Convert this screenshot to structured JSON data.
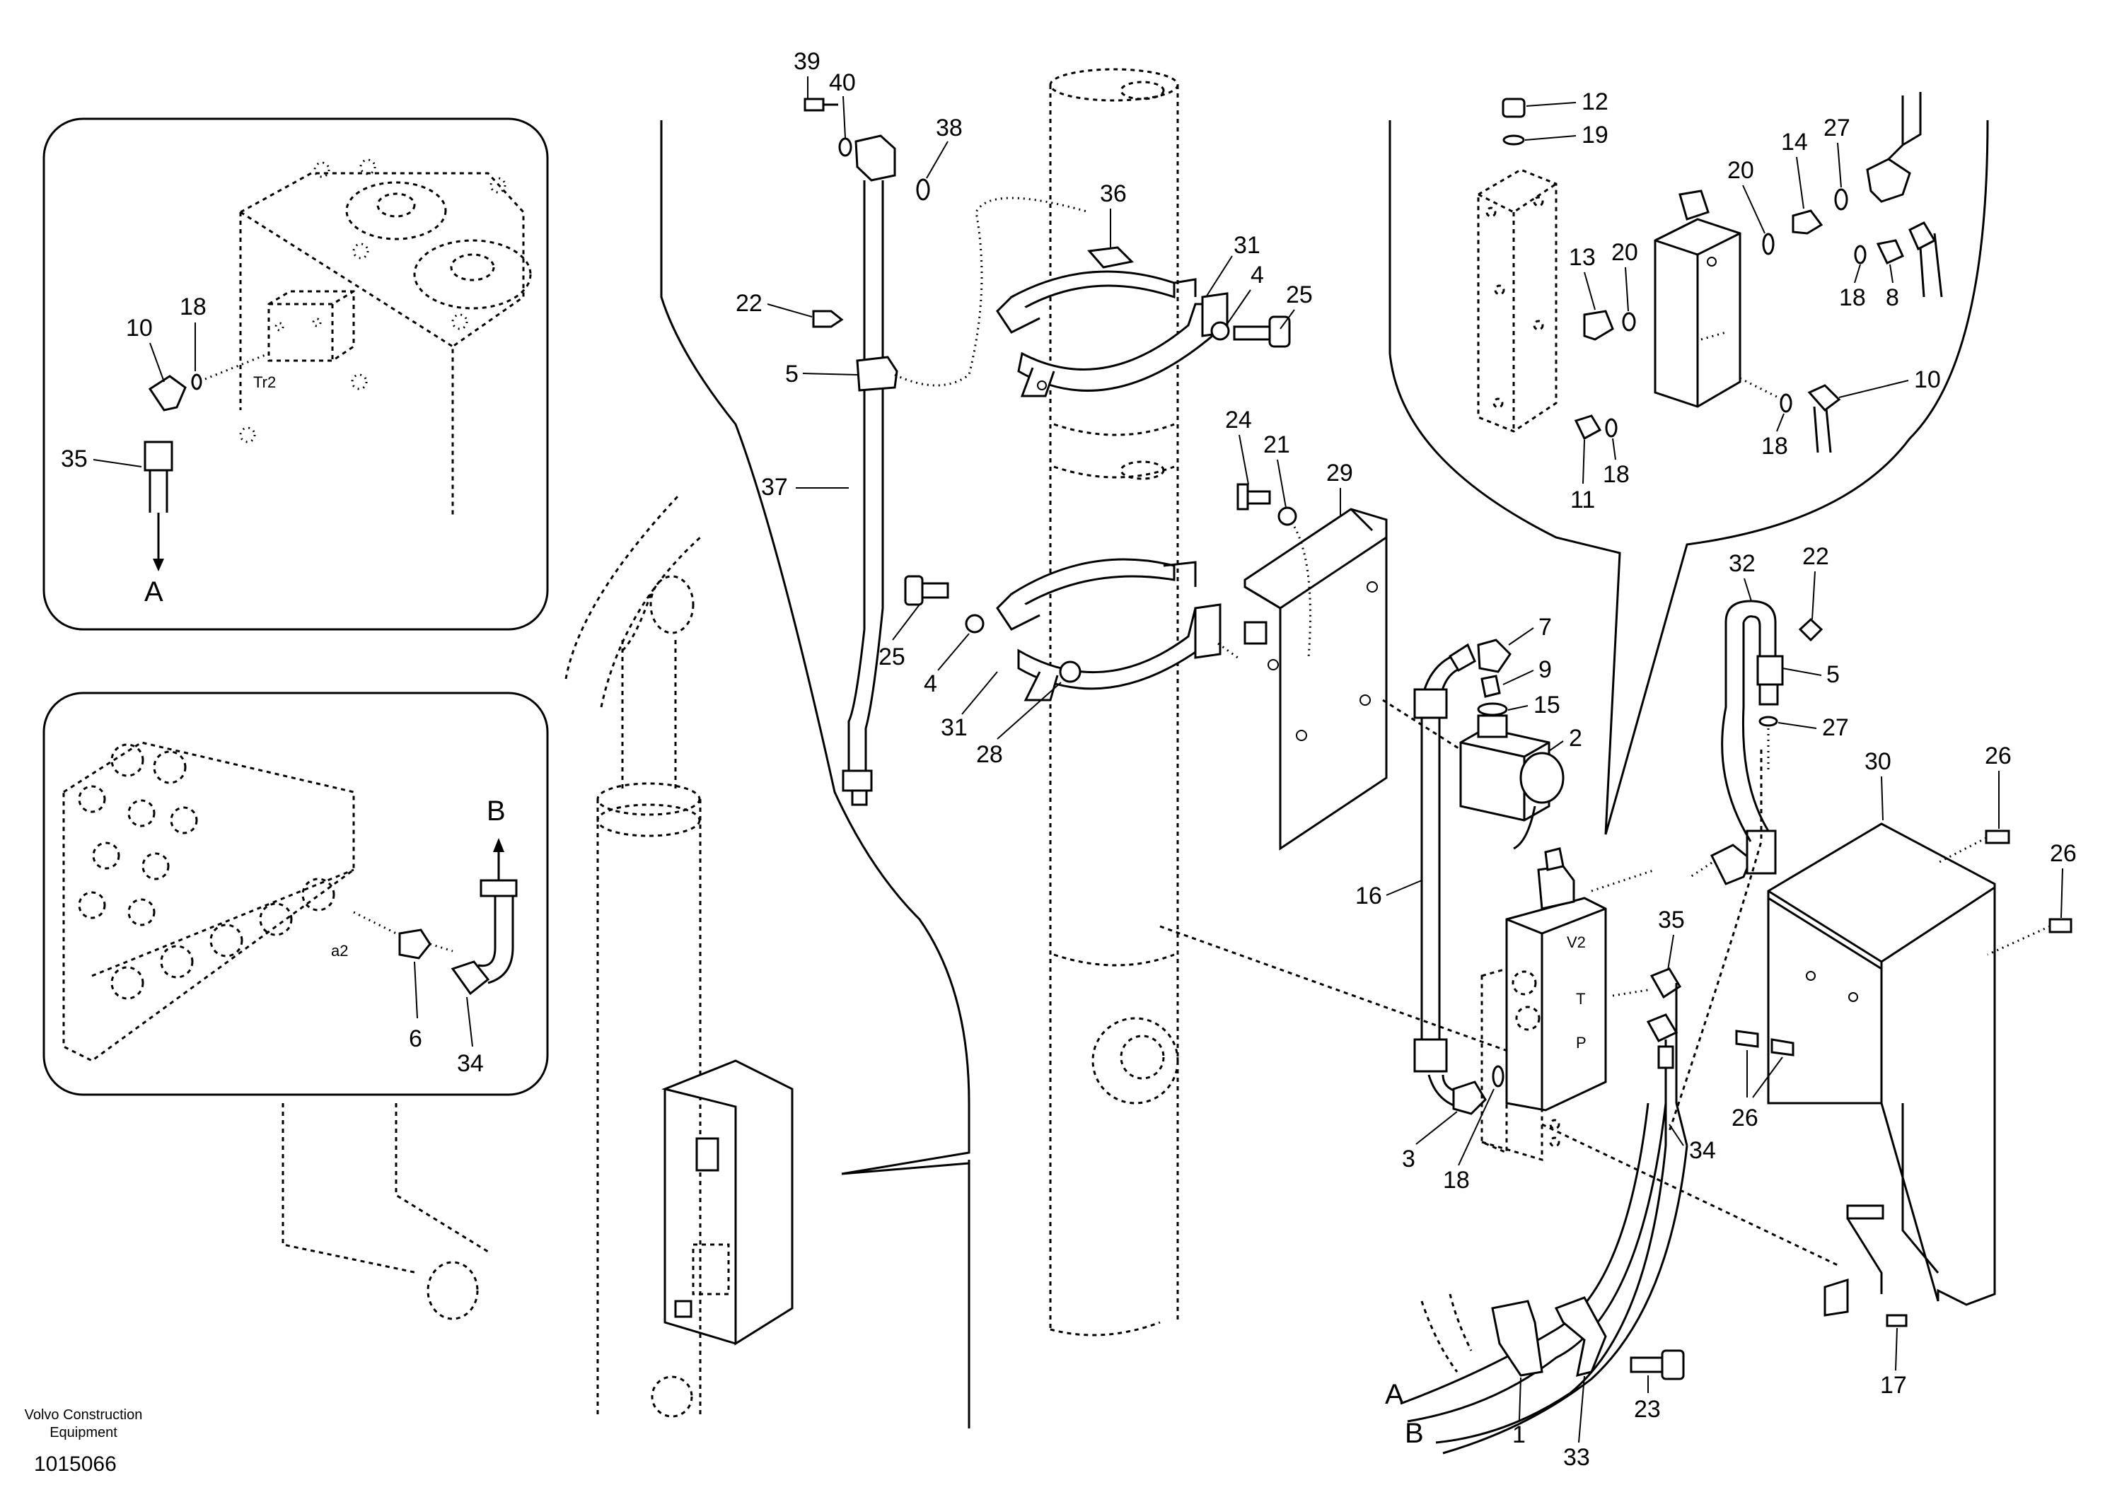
{
  "footer": {
    "brand_line1": "Volvo Construction",
    "brand_line2": "Equipment",
    "drawing_number": "1015066"
  },
  "insets": {
    "a": {
      "port_label": "Tr2",
      "arrow_label": "A",
      "callouts": [
        "10",
        "18",
        "35"
      ]
    },
    "b": {
      "port_label": "a2",
      "arrow_label": "B",
      "callouts": [
        "6",
        "34"
      ]
    }
  },
  "valve_labels": {
    "v2": "V2",
    "t": "T",
    "p": "P"
  },
  "hose_ends": {
    "a": "A",
    "b": "B"
  },
  "callouts": {
    "c39": "39",
    "c40": "40",
    "c38": "38",
    "c36": "36",
    "c31a": "31",
    "c4a": "4",
    "c25a": "25",
    "c22a": "22",
    "c5a": "5",
    "c37": "37",
    "c24": "24",
    "c21": "21",
    "c29": "29",
    "c25b": "25",
    "c4b": "4",
    "c31b": "31",
    "c28": "28",
    "c7": "7",
    "c9": "9",
    "c15": "15",
    "c2": "2",
    "c16": "16",
    "c12": "12",
    "c19": "19",
    "c13": "13",
    "c20a": "20",
    "c20b": "20",
    "c14": "14",
    "c27a": "27",
    "c18a": "18",
    "c8": "8",
    "c10": "10",
    "c11": "11",
    "c18b": "18",
    "c18c": "18",
    "c32": "32",
    "c22b": "22",
    "c5b": "5",
    "c27b": "27",
    "c30": "30",
    "c26a": "26",
    "c26b": "26",
    "c26c": "26",
    "c35": "35",
    "c34": "34",
    "c3": "3",
    "c18d": "18",
    "c1": "1",
    "c33": "33",
    "c23": "23",
    "c17": "17"
  }
}
